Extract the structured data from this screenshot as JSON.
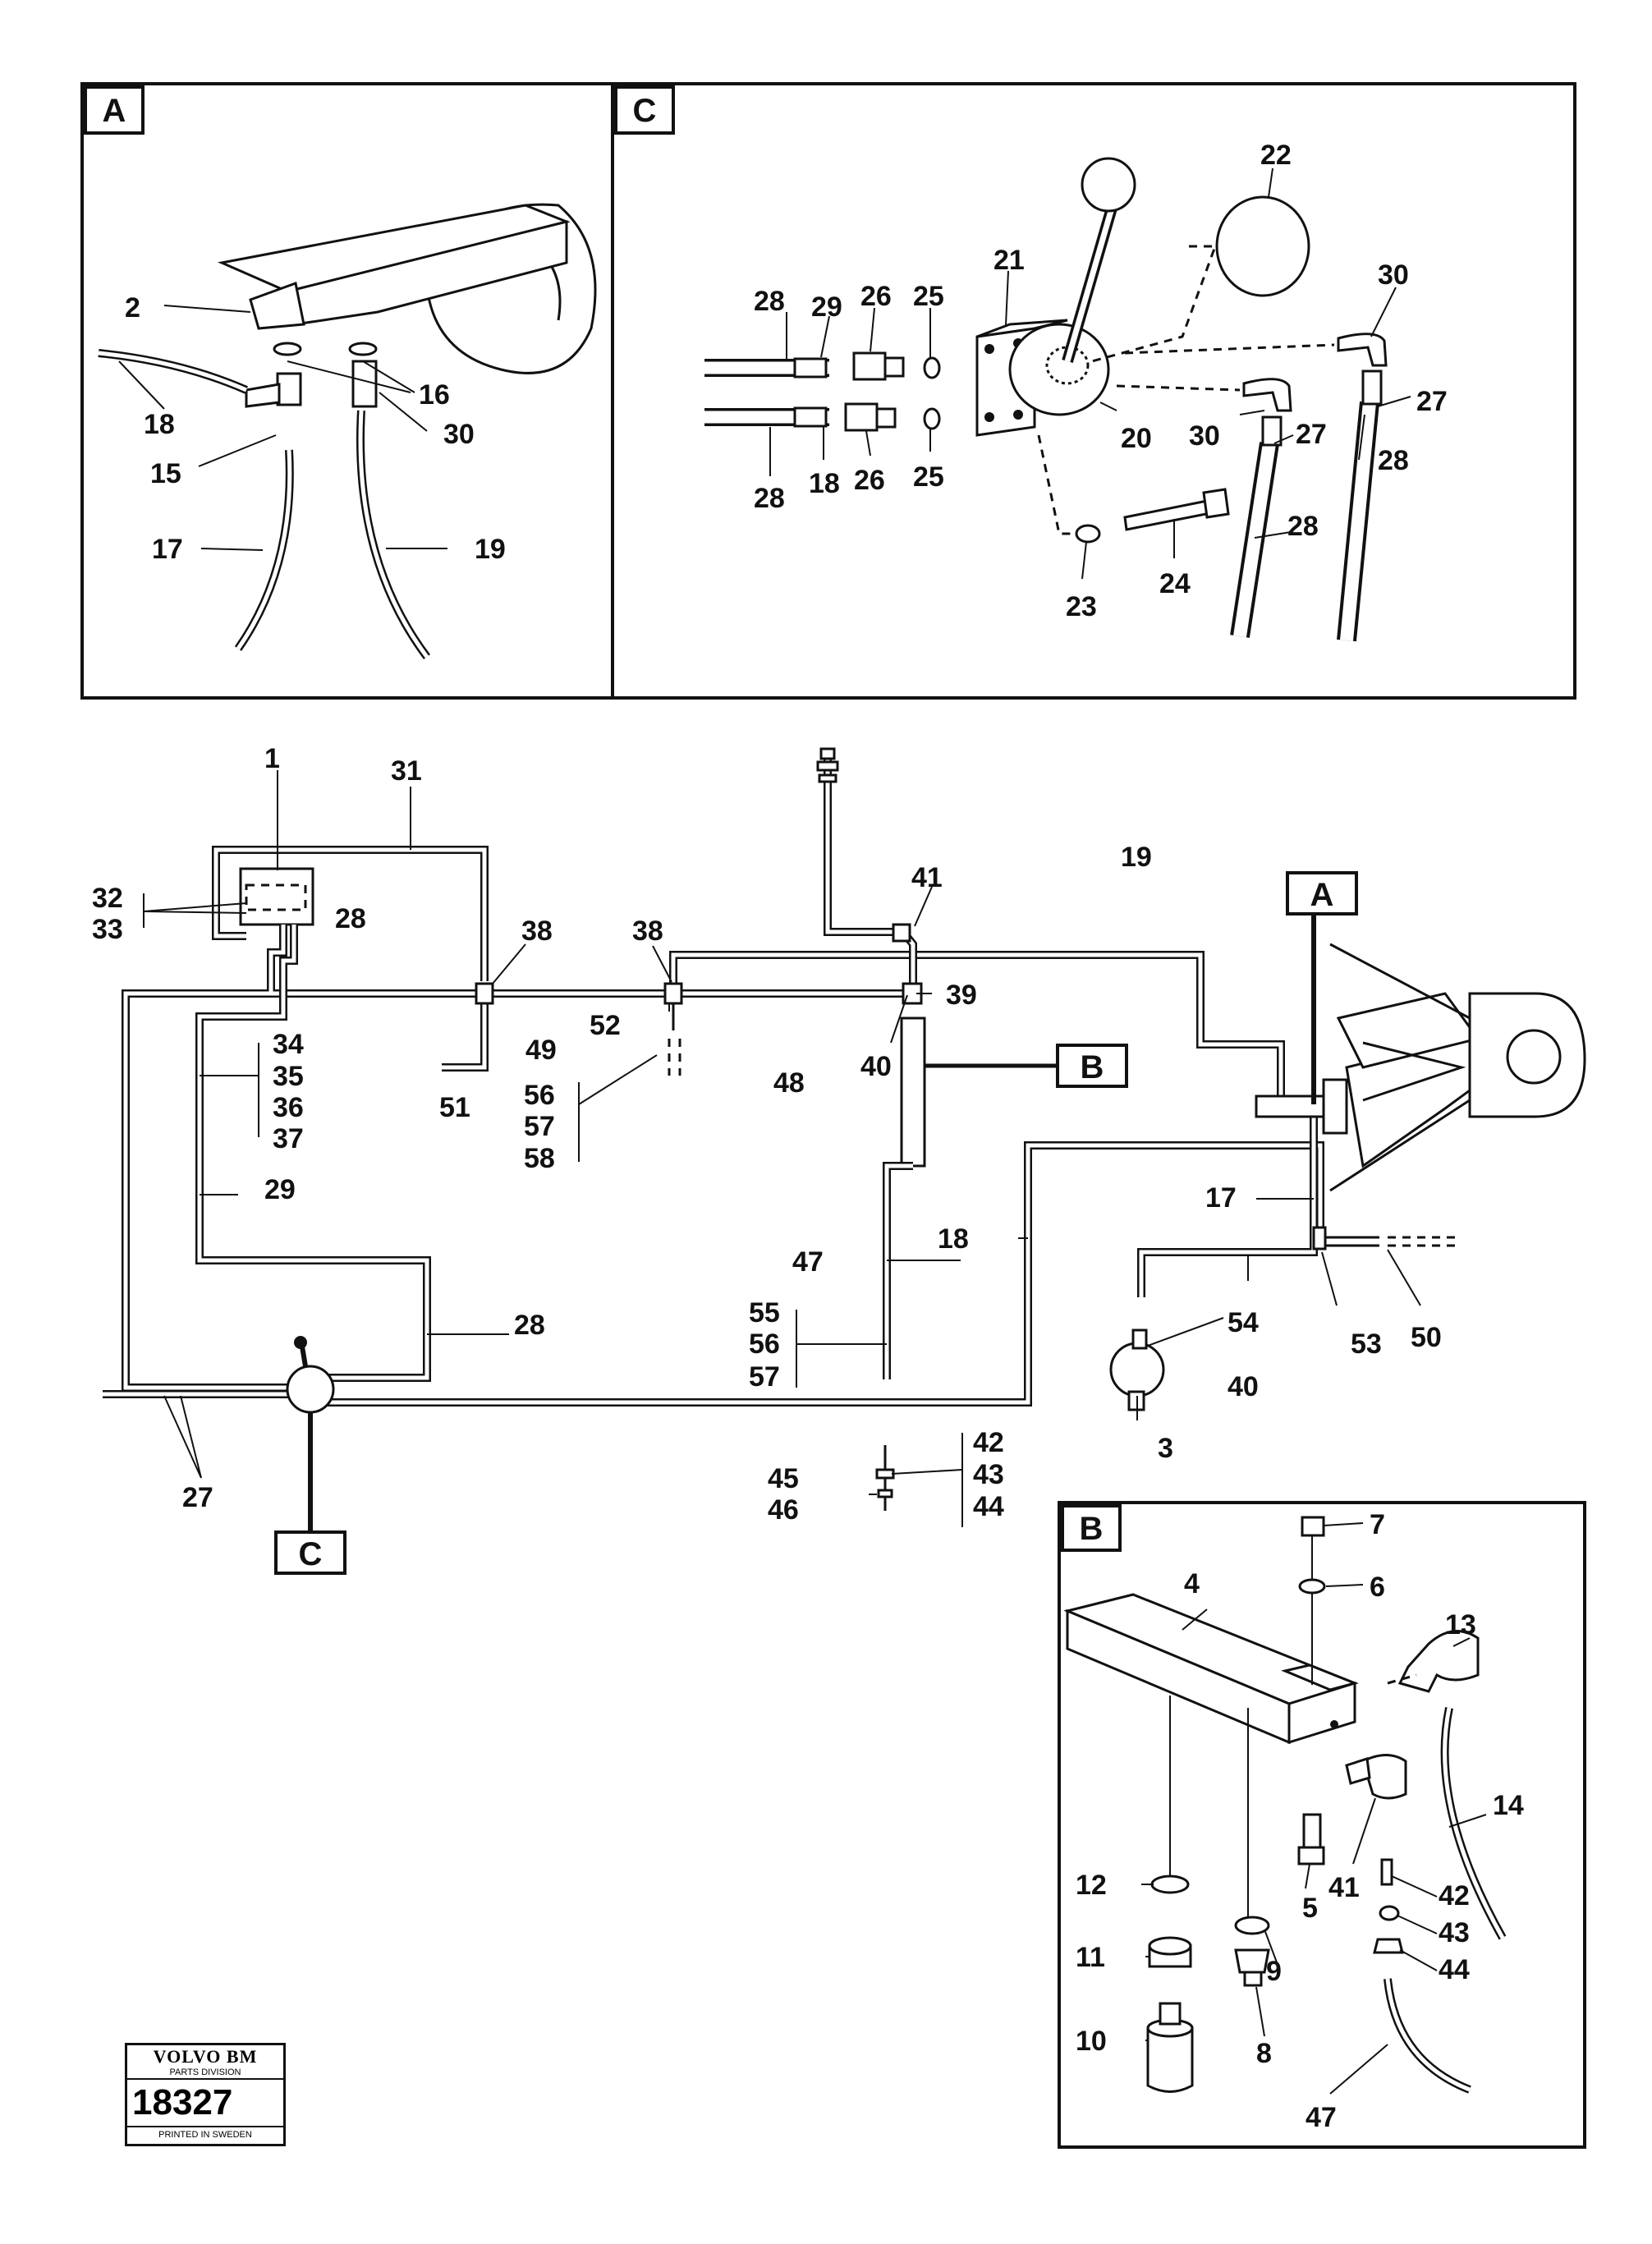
{
  "panels": {
    "a": {
      "label": "A"
    },
    "b": {
      "label": "B"
    },
    "c": {
      "label": "C"
    }
  },
  "callouts": {
    "a": {
      "c2": "2",
      "c16": "16",
      "c18": "18",
      "c15": "15",
      "c30": "30",
      "c17": "17",
      "c19": "19"
    },
    "c": {
      "c28a": "28",
      "c29": "29",
      "c26a": "26",
      "c25a": "25",
      "c21": "21",
      "c22": "22",
      "c30a": "30",
      "c27a": "27",
      "c28b": "28",
      "c18": "18",
      "c26b": "26",
      "c25b": "25",
      "c20": "20",
      "c30b": "30",
      "c27b": "27",
      "c28c": "28",
      "c28d": "28",
      "c23": "23",
      "c24": "24"
    },
    "main": {
      "c1": "1",
      "c31": "31",
      "c32": "32",
      "c33": "33",
      "c28a": "28",
      "c38a": "38",
      "c38b": "38",
      "c41": "41",
      "c19": "19",
      "c39": "39",
      "c52": "52",
      "c49": "49",
      "c48": "48",
      "c40a": "40",
      "c34": "34",
      "c35": "35",
      "c36": "36",
      "c37": "37",
      "c51": "51",
      "c56a": "56",
      "c57a": "57",
      "c58": "58",
      "c29": "29",
      "c17": "17",
      "c18": "18",
      "c47": "47",
      "c54": "54",
      "c53": "53",
      "c50": "50",
      "c40b": "40",
      "c3": "3",
      "c28b": "28",
      "c55": "55",
      "c56b": "56",
      "c57b": "57",
      "c27": "27",
      "c42": "42",
      "c43": "43",
      "c44": "44",
      "c45": "45",
      "c46": "46"
    },
    "b": {
      "c4": "4",
      "c7": "7",
      "c6": "6",
      "c13": "13",
      "c14": "14",
      "c41": "41",
      "c5": "5",
      "c12": "12",
      "c11": "11",
      "c9": "9",
      "c42": "42",
      "c43": "43",
      "c44": "44",
      "c10": "10",
      "c8": "8",
      "c47": "47"
    }
  },
  "stamp": {
    "brand": "VOLVO BM",
    "division": "PARTS DIVISION",
    "code": "18327",
    "footer": "PRINTED IN SWEDEN"
  }
}
